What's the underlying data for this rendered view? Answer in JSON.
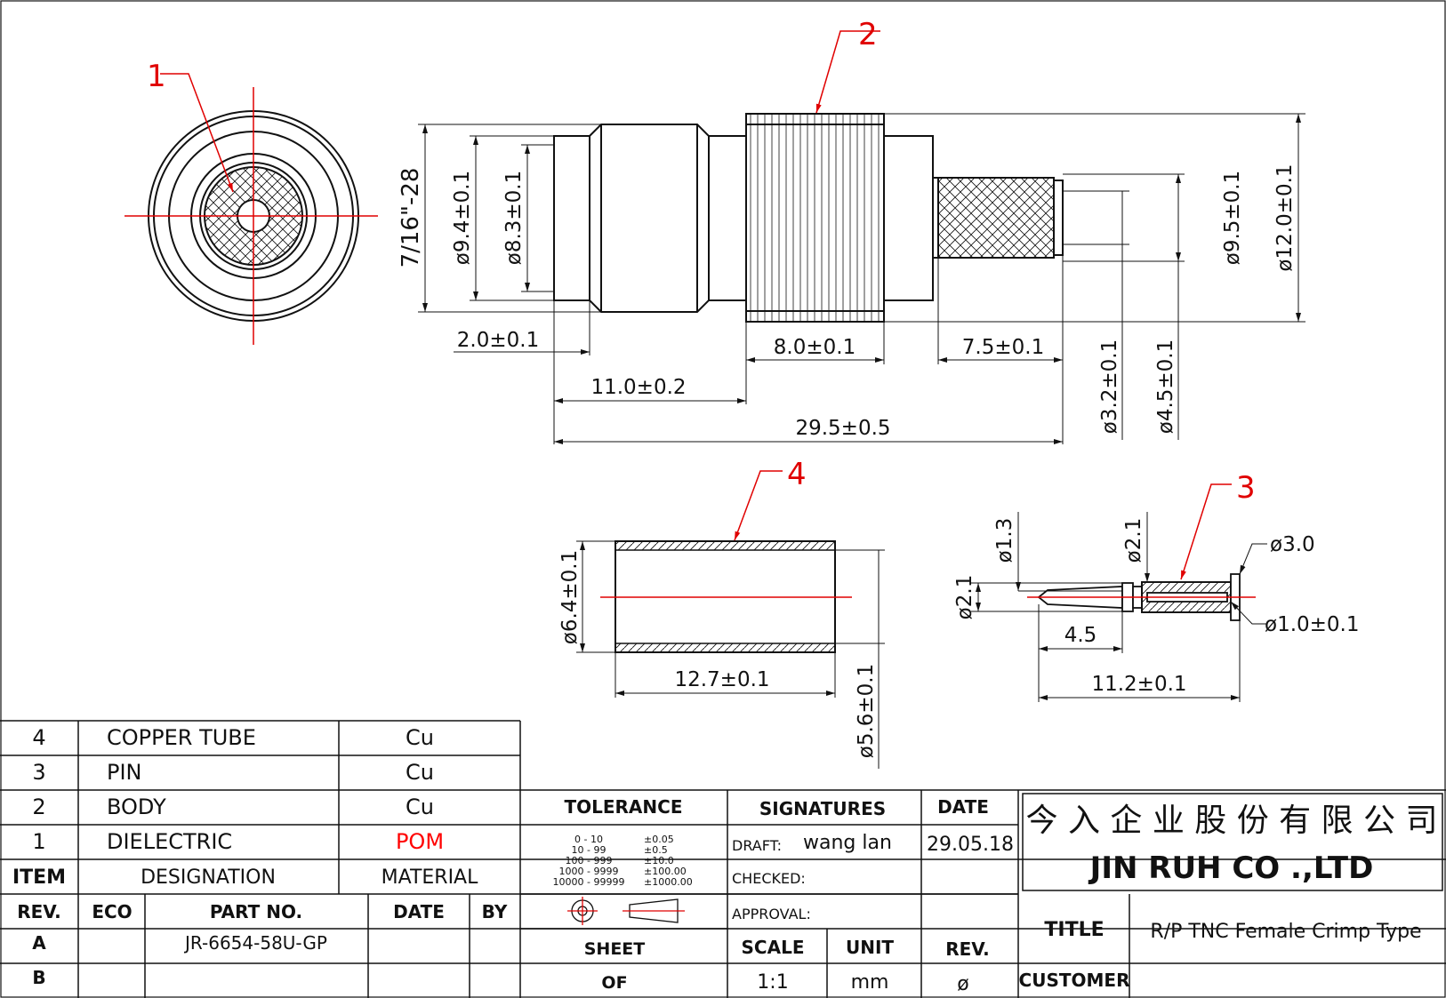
{
  "drawing": {
    "balloons": [
      "1",
      "2",
      "3",
      "4"
    ],
    "dims": {
      "thread": "7/16\"-28",
      "d94": "ø9.4±0.1",
      "d83": "ø8.3±0.1",
      "l20": "2.0±0.1",
      "l110": "11.0±0.2",
      "l80": "8.0±0.1",
      "l75": "7.5±0.1",
      "l295": "29.5±0.5",
      "d32": "ø3.2±0.1",
      "d45": "ø4.5±0.1",
      "d95": "ø9.5±0.1",
      "d120": "ø12.0±0.1",
      "d64": "ø6.4±0.1",
      "l127": "12.7±0.1",
      "d56": "ø5.6±0.1",
      "d13": "ø1.3",
      "d21a": "ø2.1",
      "d21b": "ø2.1",
      "d30": "ø3.0",
      "d10": "ø1.0±0.1",
      "l45": "4.5",
      "l112": "11.2±0.1"
    }
  },
  "bom": [
    {
      "item": "4",
      "designation": "COPPER TUBE",
      "material": "Cu",
      "highlight": false
    },
    {
      "item": "3",
      "designation": "PIN",
      "material": "Cu",
      "highlight": false
    },
    {
      "item": "2",
      "designation": "BODY",
      "material": "Cu",
      "highlight": false
    },
    {
      "item": "1",
      "designation": "DIELECTRIC",
      "material": "POM",
      "highlight": true
    }
  ],
  "bom_header": {
    "item": "ITEM",
    "designation": "DESIGNATION",
    "material": "MATERIAL"
  },
  "revisions": {
    "header": {
      "rev": "REV.",
      "eco": "ECO",
      "part": "PART NO.",
      "date": "DATE",
      "by": "BY"
    },
    "rows": [
      {
        "rev": "A",
        "eco": "",
        "part": "JR-6654-58U-GP",
        "date": "",
        "by": ""
      },
      {
        "rev": "B",
        "eco": "",
        "part": "",
        "date": "",
        "by": ""
      }
    ]
  },
  "tolerance": {
    "title": "TOLERANCE",
    "rows": [
      {
        "range": "0 - 10",
        "tol": "±0.05"
      },
      {
        "range": "10 - 99",
        "tol": "±0.5"
      },
      {
        "range": "100 - 999",
        "tol": "±10.0"
      },
      {
        "range": "1000 - 9999",
        "tol": "±100.00"
      },
      {
        "range": "10000 - 99999",
        "tol": "±1000.00"
      }
    ]
  },
  "signatures": {
    "title": "SIGNATURES",
    "date_title": "DATE",
    "draft_label": "DRAFT:",
    "draft_name": "wang lan",
    "draft_date": "29.05.18",
    "checked_label": "CHECKED:",
    "approval_label": "APPROVAL:"
  },
  "sheet": {
    "sheet": "SHEET",
    "of": "OF"
  },
  "scale": {
    "label": "SCALE",
    "value": "1:1"
  },
  "unit": {
    "label": "UNIT",
    "value": "mm"
  },
  "rev": {
    "label": "REV.",
    "value": "ø"
  },
  "company": {
    "chinese": "今 入 企 业 股 份 有 限 公 司",
    "english": "JIN RUH CO .,LTD"
  },
  "title": {
    "label": "TITLE",
    "value": "R/P TNC Female Crimp Type"
  },
  "customer": {
    "label": "CUSTOMER",
    "value": ""
  },
  "colors": {
    "line": "#111111",
    "center": "#e00000",
    "balloon": "#e00000",
    "pom": "#ff0000"
  }
}
